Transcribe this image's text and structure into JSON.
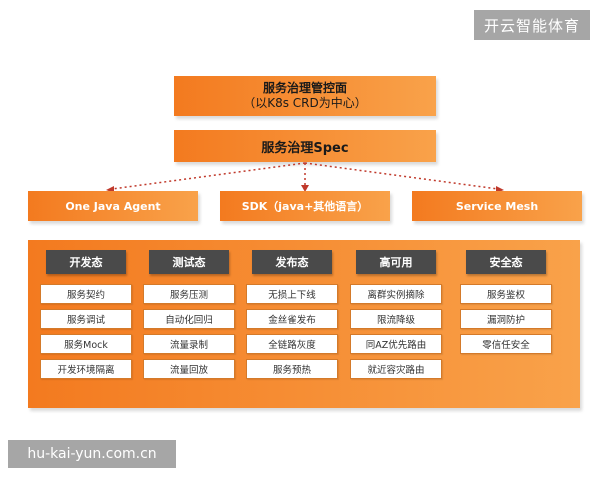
{
  "watermarks": {
    "top": "开云智能体育",
    "bottom": "hu-kai-yun.com.cn"
  },
  "control_plane": {
    "title": "服务治理管控面",
    "subtitle": "（以K8s CRD为中心）"
  },
  "spec": "服务治理Spec",
  "agents": [
    "One Java Agent",
    "SDK（java+其他语言）",
    "Service Mesh"
  ],
  "columns": [
    {
      "header": "开发态",
      "items": [
        "服务契约",
        "服务调试",
        "服务Mock",
        "开发环境隔离"
      ]
    },
    {
      "header": "测试态",
      "items": [
        "服务压测",
        "自动化回归",
        "流量录制",
        "流量回放"
      ]
    },
    {
      "header": "发布态",
      "items": [
        "无损上下线",
        "金丝雀发布",
        "全链路灰度",
        "服务预热"
      ]
    },
    {
      "header": "高可用",
      "items": [
        "离群实例摘除",
        "限流降级",
        "同AZ优先路由",
        "就近容灾路由"
      ]
    },
    {
      "header": "安全态",
      "items": [
        "服务鉴权",
        "漏洞防护",
        "零信任安全"
      ]
    }
  ],
  "colors": {
    "orange_dark": "#f37a1f",
    "orange_light": "#f9a24a",
    "header_gray": "#4a4a4a"
  }
}
